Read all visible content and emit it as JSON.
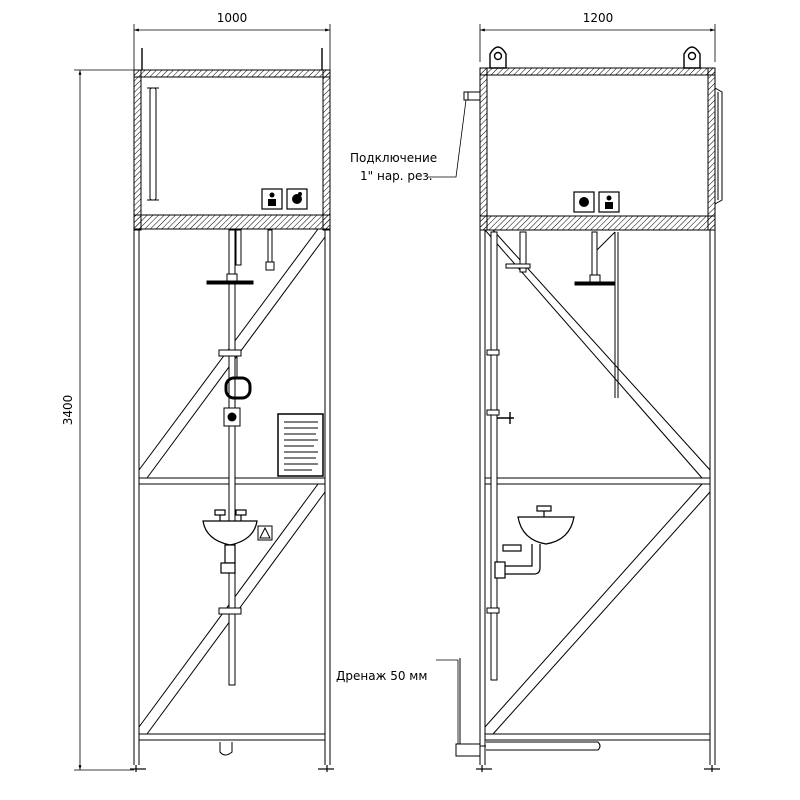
{
  "dimensions": {
    "front_width": "1000",
    "side_width": "1200",
    "height": "3400"
  },
  "annotations": {
    "connection_line1": "Подключение",
    "connection_line2": "1\" нар. рез.",
    "drain": "Дренаж 50 мм"
  },
  "colors": {
    "line": "#000000",
    "hatch": "#000000",
    "background": "#ffffff"
  },
  "icons": [
    "eye-wash-sign-icon",
    "shower-sign-icon",
    "instruction-plate-icon",
    "warning-sign-icon",
    "lifting-eye-icon"
  ]
}
